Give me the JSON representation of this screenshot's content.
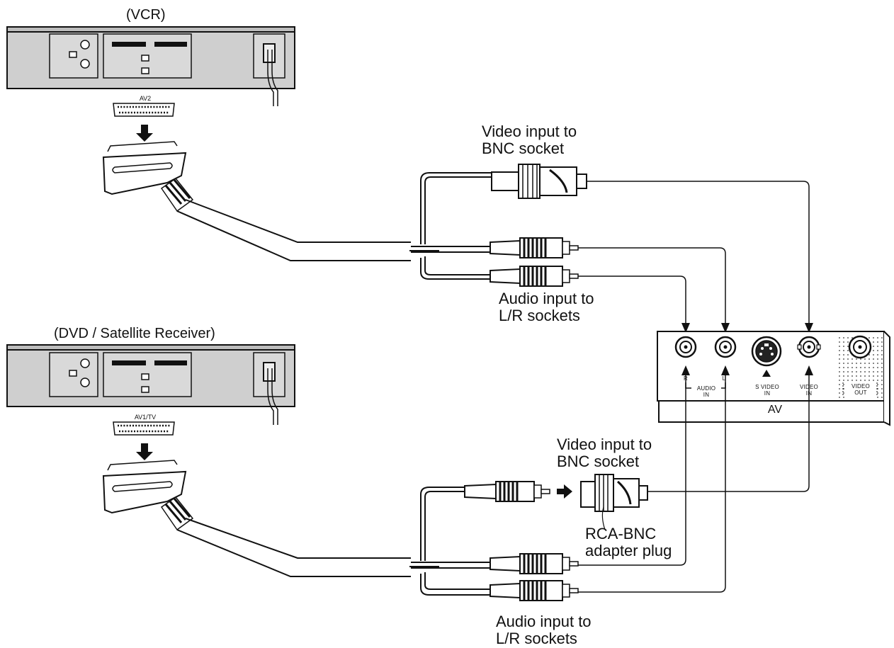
{
  "devices": {
    "vcr": {
      "title": "(VCR)",
      "scart_label": "AV2"
    },
    "dvd": {
      "title": "(DVD / Satellite Receiver)",
      "scart_label": "AV1/TV"
    }
  },
  "labels": {
    "top_video": [
      "Video input to",
      "BNC socket"
    ],
    "top_audio": [
      "Audio input to",
      "L/R sockets"
    ],
    "bottom_video": [
      "Video input to",
      "BNC socket"
    ],
    "adapter": [
      "RCA-BNC",
      "adapter plug"
    ],
    "bottom_audio": [
      "Audio input to",
      "L/R sockets"
    ]
  },
  "panel": {
    "name": "AV",
    "audio_r": "R",
    "audio_l": "L",
    "audio_in": [
      "AUDIO",
      "IN"
    ],
    "s_video_in": [
      "S VIDEO",
      "IN"
    ],
    "video_in": [
      "VIDEO",
      "IN"
    ],
    "video_out": [
      "VIDEO",
      "OUT"
    ]
  },
  "colors": {
    "line": "#111111",
    "device_fill": "#cfcfcf",
    "device_inner": "#d9d9d9"
  }
}
